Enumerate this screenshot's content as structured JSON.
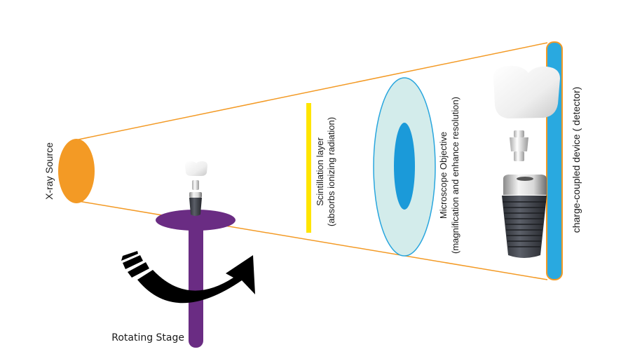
{
  "diagram": {
    "labels": {
      "xray_source": "X-ray Source",
      "rotating_stage": "Rotating Stage",
      "scintillation_line1": "Scintillation layer",
      "scintillation_line2": "(absorbs ionizing radiation)",
      "objective_line1": "Microscope Objective",
      "objective_line2": "(magnification and enhance resolution)",
      "detector": "charge-coupled device ( detector)"
    },
    "components": [
      "xray-source",
      "sample-implant",
      "rotating-stage",
      "rotation-arrow",
      "scintillation-layer",
      "microscope-objective",
      "ccd-detector",
      "magnified-implant-image"
    ],
    "colors": {
      "xray": "#f39a25",
      "beam": "#f39a25",
      "stage": "#6a2c83",
      "scintillator": "#ffe500",
      "objective_outer": "#d3eceb",
      "objective_outline": "#29a6de",
      "objective_inner": "#1b9ad9",
      "detector": "#29a9e0",
      "detector_outline": "#f39a25",
      "arrow": "#000000"
    }
  }
}
